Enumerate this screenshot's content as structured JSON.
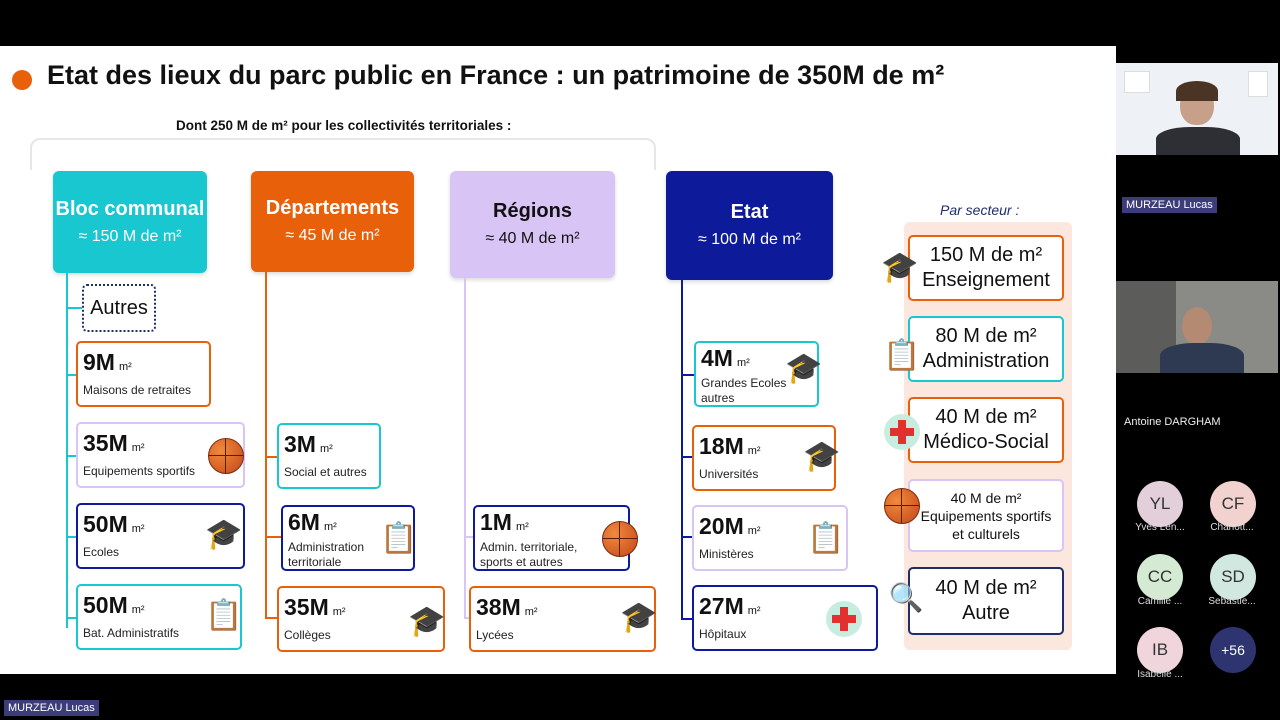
{
  "slide": {
    "title": "Etat des lieux du parc public en France : un patrimoine de 350M de m²",
    "subtitle": "Dont 250 M de m² pour les collectivités territoriales :",
    "colors": {
      "orange": "#e8600a",
      "teal": "#18c7cf",
      "purple": "#d9c5f5",
      "navy": "#0d1a9a",
      "darknavy": "#1f2d6b"
    },
    "headers": {
      "bloc": {
        "title": "Bloc communal",
        "sub": "≈ 150 M de m²"
      },
      "dep": {
        "title": "Départements",
        "sub": "≈ 45 M de m²"
      },
      "reg": {
        "title": "Régions",
        "sub": "≈ 40 M de m²"
      },
      "etat": {
        "title": "Etat",
        "sub": "≈ 100 M de m²"
      }
    },
    "unit": "m²",
    "bloc_items": {
      "autres": "Autres",
      "retraites": {
        "value": "9M",
        "label": "Maisons de retraites"
      },
      "sport": {
        "value": "35M",
        "label": "Equipements sportifs"
      },
      "ecoles": {
        "value": "50M",
        "label": "Ecoles"
      },
      "admin": {
        "value": "50M",
        "label": "Bat. Administratifs"
      }
    },
    "dep_items": {
      "social": {
        "value": "3M",
        "label": "Social et autres"
      },
      "admin": {
        "value": "6M",
        "label1": "Administration",
        "label2": "territoriale"
      },
      "colleges": {
        "value": "35M",
        "label": "Collèges"
      }
    },
    "reg_items": {
      "admin": {
        "value": "1M",
        "label1": "Admin. territoriale,",
        "label2": "sports et autres"
      },
      "lycees": {
        "value": "38M",
        "label": "Lycées"
      }
    },
    "etat_items": {
      "grandes": {
        "value": "4M",
        "label1": "Grandes Ecoles",
        "label2": "autres"
      },
      "univ": {
        "value": "18M",
        "label": "Universités"
      },
      "minist": {
        "value": "20M",
        "label": "Ministères"
      },
      "hopitaux": {
        "value": "27M",
        "label": "Hôpitaux"
      }
    },
    "sector_title": "Par secteur :",
    "sectors": [
      {
        "l1": "150 M de m²",
        "l2": "Enseignement"
      },
      {
        "l1": "80 M de m²",
        "l2": "Administration"
      },
      {
        "l1": "40 M de m²",
        "l2": "Médico-Social"
      },
      {
        "l1": "40 M de m²",
        "l2": "Equipements sportifs",
        "l3": "et culturels"
      },
      {
        "l1": "40 M de m²",
        "l2": "Autre"
      }
    ]
  },
  "meeting": {
    "presenter_tag": "MURZEAU Lucas",
    "tile1_name": "MURZEAU Lucas",
    "tile2_name": "Antoine DARGHAM",
    "participants": [
      {
        "initials": "YL",
        "name": "Yves Len...",
        "color": "#e3cfd9"
      },
      {
        "initials": "CF",
        "name": "Charlott...",
        "color": "#f1d2cf"
      },
      {
        "initials": "CC",
        "name": "Camille ...",
        "color": "#d5ead2"
      },
      {
        "initials": "SD",
        "name": "Sebastie...",
        "color": "#d0e8df"
      },
      {
        "initials": "IB",
        "name": "Isabelle ...",
        "color": "#f0d6dc"
      }
    ],
    "more_count": "+56"
  }
}
